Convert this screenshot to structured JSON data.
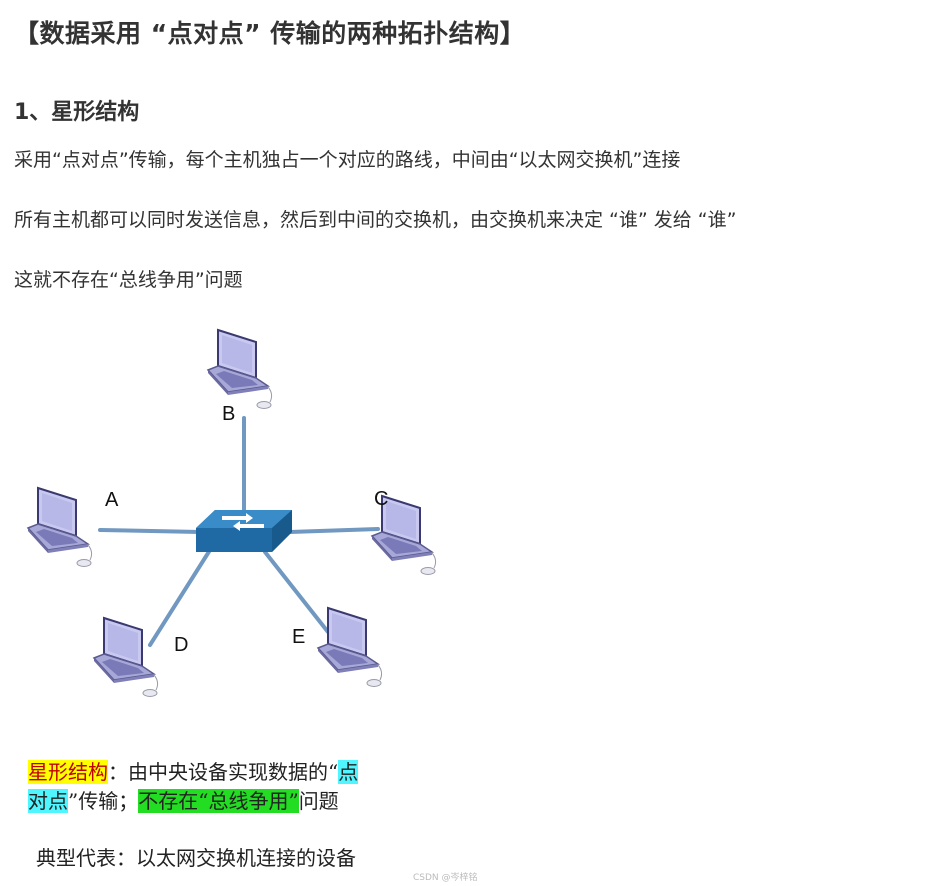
{
  "page": {
    "title": "【数据采用 “点对点” 传输的两种拓扑结构】",
    "section_heading": "1、星形结构",
    "paragraphs": [
      "采用“点对点”传输，每个主机独占一个对应的路线，中间由“以太网交换机”连接",
      "所有主机都可以同时发送信息，然后到中间的交换机，由交换机来决定 “谁” 发给 “谁”",
      "这就不存在“总线争用”问题"
    ]
  },
  "diagram": {
    "node_labels": {
      "A": "A",
      "B": "B",
      "C": "C",
      "D": "D",
      "E": "E"
    },
    "colors": {
      "link": "#7098c0",
      "switch_top": "#3a8cc8",
      "switch_front": "#1f6aa5",
      "laptop_screen": "#c8c8f0",
      "laptop_frame": "#4a4a80"
    }
  },
  "caption": {
    "part1_highlight": "星形结构",
    "part2": "：由中央设备实现数据的“",
    "part3_highlight": "点",
    "part4_highlight": "对点",
    "part5": "”传输；",
    "part6_highlight": "不存在“总线争用”",
    "part7": "问题",
    "typical": "典型代表：以太网交换机连接的设备"
  },
  "watermark": "CSDN @岑梓铭"
}
